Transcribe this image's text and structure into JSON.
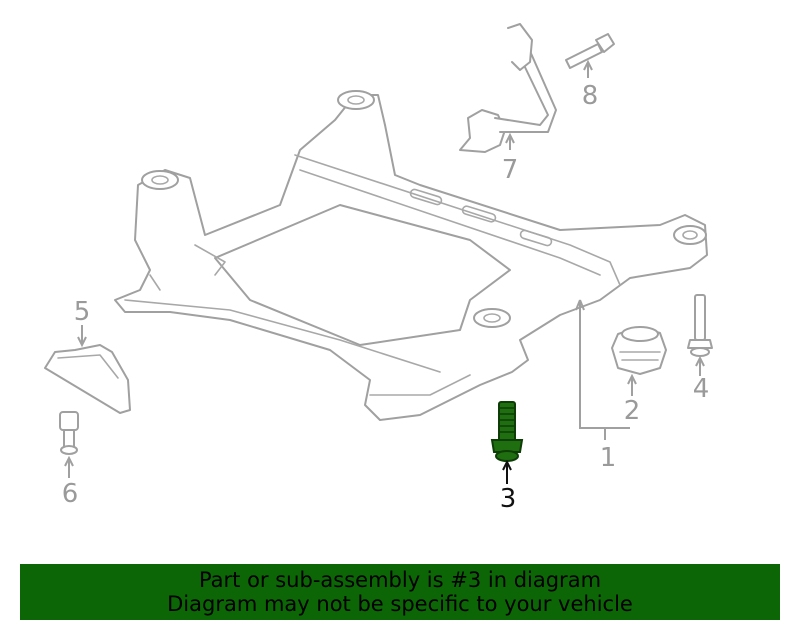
{
  "diagram": {
    "callouts": [
      "1",
      "2",
      "3",
      "4",
      "5",
      "6",
      "7",
      "8"
    ],
    "highlighted_callout": "3",
    "colors": {
      "line_art": "#a0a0a0",
      "highlight_part": "#1f6e0f",
      "highlight_label": "#111111",
      "banner_background": "#0c6606"
    }
  },
  "banner": {
    "line1": "Part or sub-assembly is #3 in diagram",
    "line2": "Diagram may not be specific to your vehicle"
  }
}
